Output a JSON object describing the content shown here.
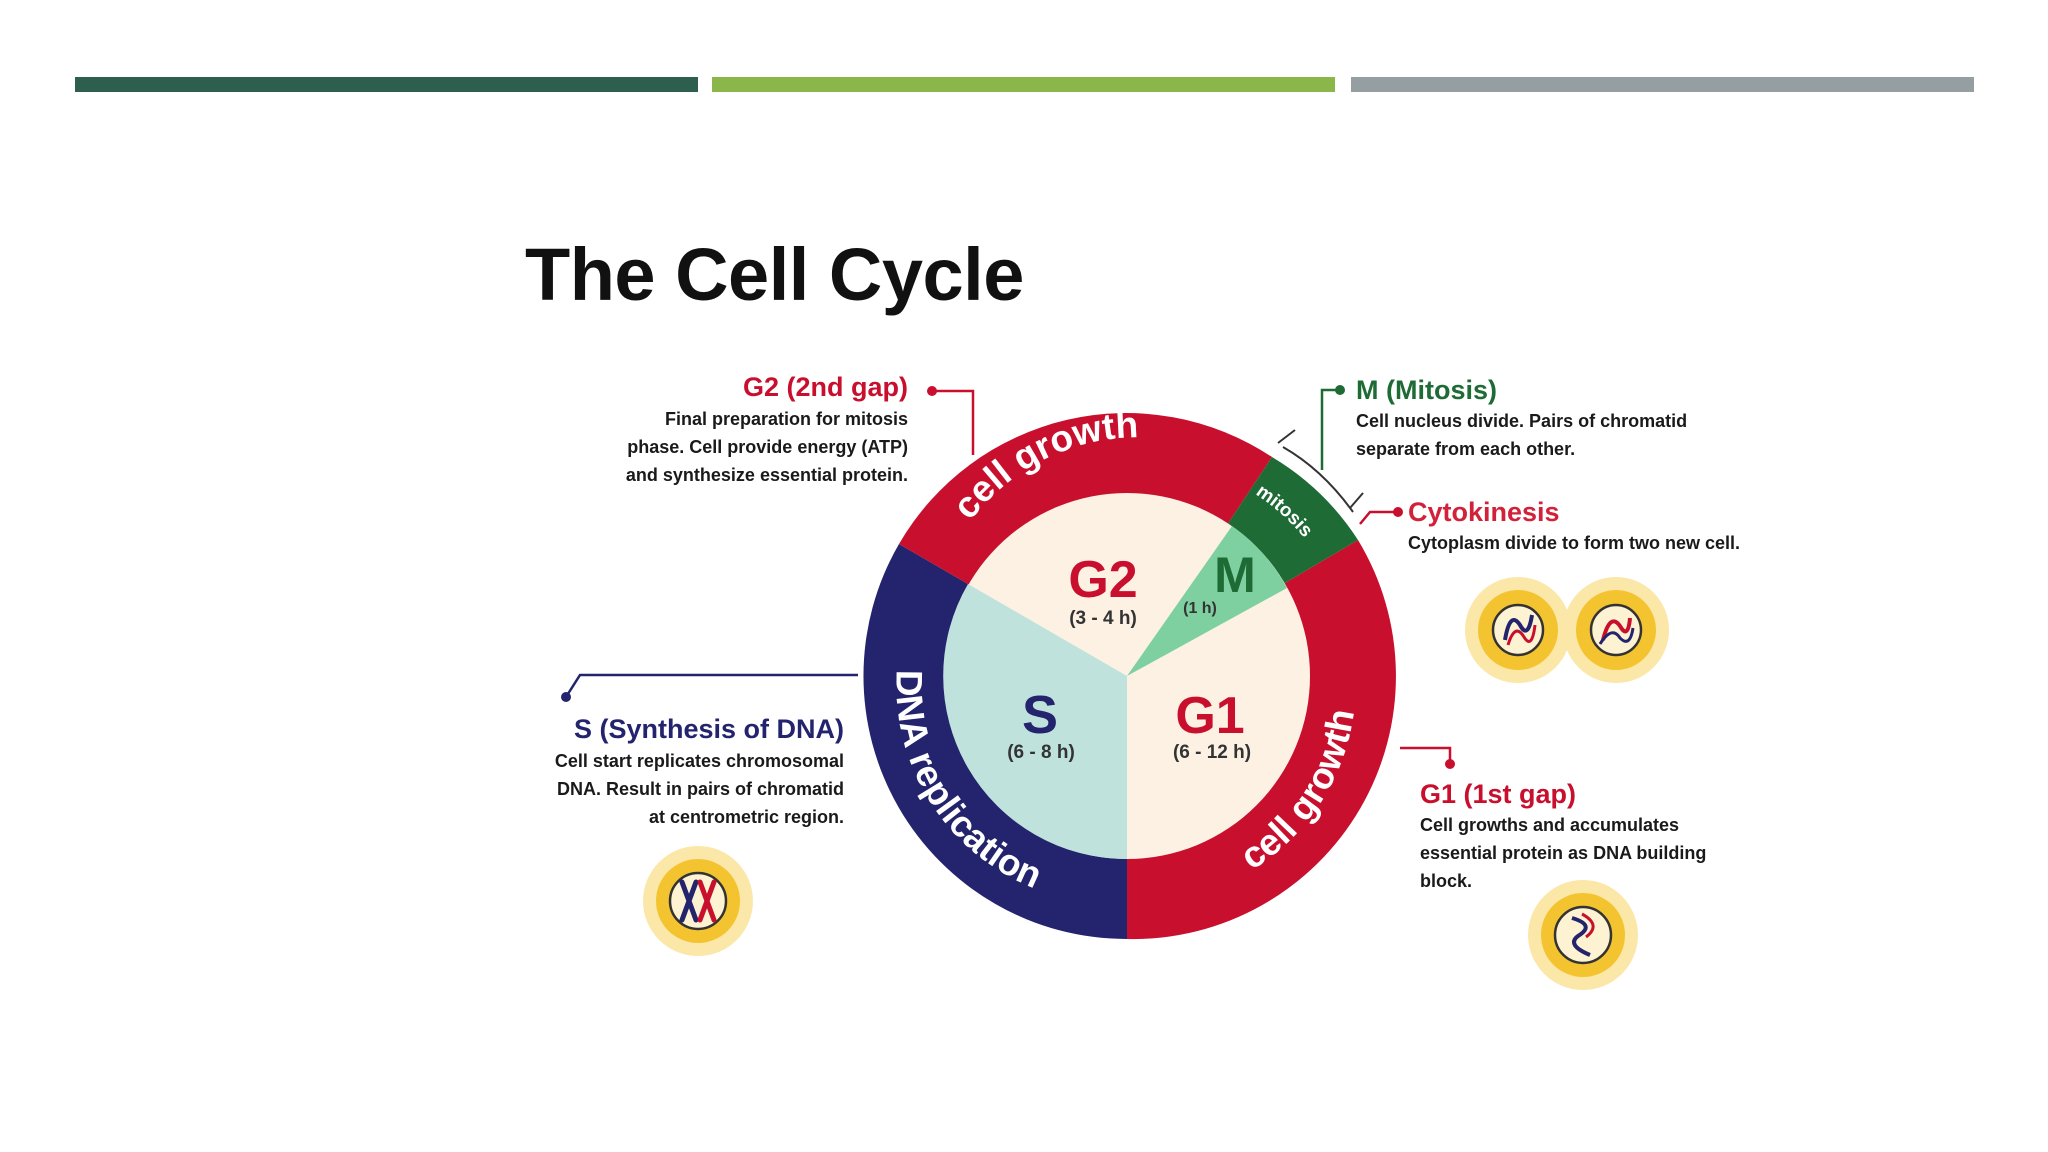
{
  "title": "The Cell Cycle",
  "colors": {
    "bar_dark_green": "#2e5e4e",
    "bar_light_green": "#8bb64a",
    "bar_gray": "#959ea0",
    "red": "#c8102e",
    "navy": "#23236e",
    "dark_green": "#1e6b35",
    "mint": "#7ed0a0",
    "light_teal": "#bfe3dc",
    "cream": "#fdf1e4",
    "gold": "#f4c430"
  },
  "ring": {
    "top": "cell growth",
    "right": "cell growth",
    "left": "DNA replication",
    "mitosis": "mitosis"
  },
  "phases": {
    "g2": {
      "label": "G2",
      "time": "(3 - 4 h)"
    },
    "m": {
      "label": "M",
      "time": "(1 h)"
    },
    "s": {
      "label": "S",
      "time": "(6 - 8 h)"
    },
    "g1": {
      "label": "G1",
      "time": "(6 - 12 h)"
    }
  },
  "callouts": {
    "g2": {
      "heading": "G2 (2nd gap)",
      "lines": [
        "Final preparation for mitosis",
        "phase. Cell provide energy (ATP)",
        "and synthesize essential protein."
      ]
    },
    "m": {
      "heading": "M (Mitosis)",
      "lines": [
        "Cell nucleus divide. Pairs of chromatid",
        "separate from each other."
      ]
    },
    "cytokinesis": {
      "heading": "Cytokinesis",
      "lines": [
        "Cytoplasm divide to form two new cell."
      ]
    },
    "s": {
      "heading": "S (Synthesis of DNA)",
      "lines": [
        "Cell start replicates chromosomal",
        "DNA. Result in pairs of chromatid",
        "at centrometric region."
      ]
    },
    "g1": {
      "heading": "G1 (1st gap)",
      "lines": [
        "Cell growths and accumulates",
        "essential protein as DNA building",
        "block."
      ]
    }
  },
  "icons": [
    "dividing-cell-icon",
    "chromosome-pair-icon",
    "single-chromosome-icon"
  ]
}
